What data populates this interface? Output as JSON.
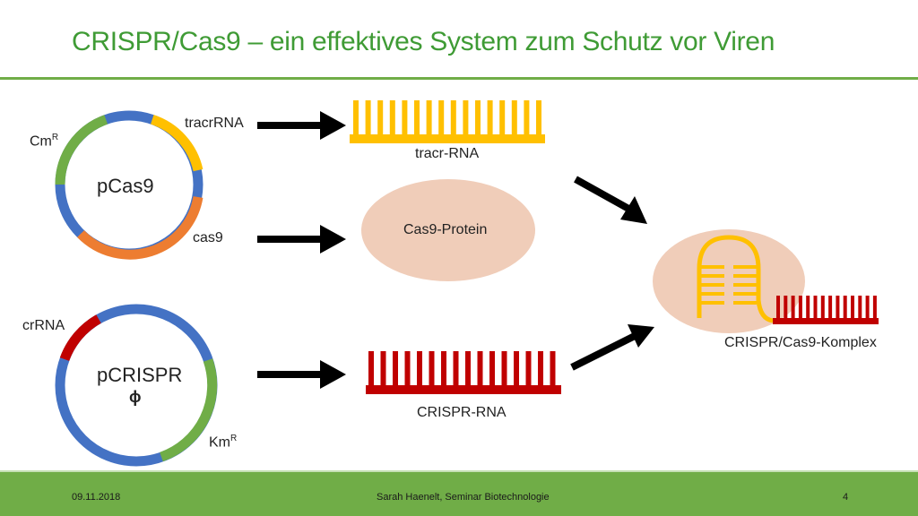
{
  "title": "CRISPR/Cas9 – ein effektives System zum Schutz vor Viren",
  "plasmid1": {
    "name": "pCas9",
    "label_tracr": "tracrRNA",
    "label_cm": "Cm",
    "label_cm_sup": "R",
    "label_cas9": "cas9"
  },
  "plasmid2": {
    "name": "pCRISPR",
    "symbol": "ɸ",
    "label_crrna": "crRNA",
    "label_km": "Km",
    "label_km_sup": "R"
  },
  "products": {
    "tracr": "tracr-RNA",
    "protein": "Cas9-Protein",
    "crispr": "CRISPR-RNA",
    "complex": "CRISPR/Cas9-Komplex"
  },
  "colors": {
    "title": "#3f9b35",
    "blue": "#4472c4",
    "green": "#70ad47",
    "yellow": "#ffc000",
    "orange": "#ed7d31",
    "red": "#c00000",
    "protein": "#f0cdb9"
  },
  "footer": {
    "date": "09.11.2018",
    "author": "Sarah Haenelt, Seminar Biotechnologie",
    "page": "4"
  }
}
